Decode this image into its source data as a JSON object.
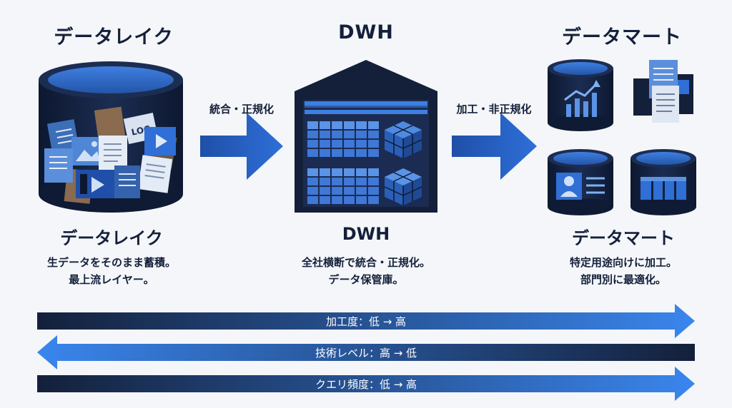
{
  "columns": {
    "lake": {
      "title": "データレイク",
      "subtitle": "データレイク",
      "desc_line1": "生データをそのまま蓄積。",
      "desc_line2": "最上流レイヤー。",
      "icon_text": "LOG"
    },
    "dwh": {
      "title": "DWH",
      "subtitle": "DWH",
      "desc_line1": "全社横断で統合・正規化。",
      "desc_line2": "データ保管庫。"
    },
    "mart": {
      "title": "データマート",
      "subtitle": "データマート",
      "desc_line1": "特定用途向けに加工。",
      "desc_line2": "部門別に最適化。"
    }
  },
  "flows": {
    "lake_to_dwh": "統合・正規化",
    "dwh_to_mart": "加工・非正規化"
  },
  "scales": [
    {
      "label": "加工度：低 → 高",
      "direction": "right"
    },
    {
      "label": "技術レベル：高 → 低",
      "direction": "left"
    },
    {
      "label": "クエリ頻度：低 → 高",
      "direction": "right"
    }
  ],
  "colors": {
    "navy": "#14203a",
    "accent": "#2f6fd6",
    "light": "#5d93e6"
  }
}
